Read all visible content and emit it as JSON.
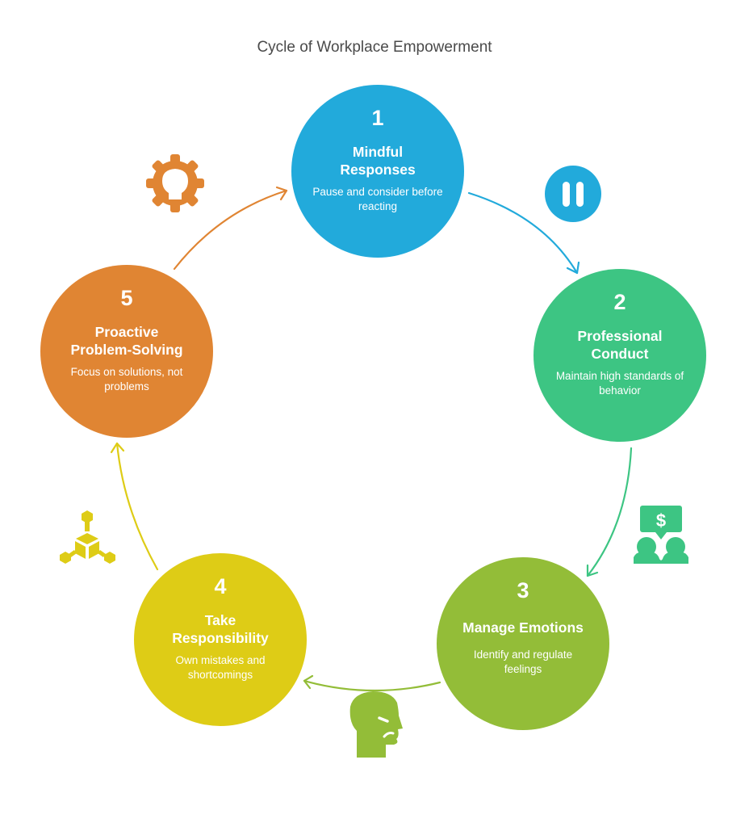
{
  "title": "Cycle of Workplace Empowerment",
  "steps": [
    {
      "number": "1",
      "heading": "Mindful Responses",
      "description": "Pause and consider before reacting",
      "color": "#22aadb",
      "icon": "pause-icon"
    },
    {
      "number": "2",
      "heading": "Professional Conduct",
      "description": "Maintain high standards of behavior",
      "color": "#3dc583",
      "icon": "money-talk-people-icon"
    },
    {
      "number": "3",
      "heading": "Manage Emotions",
      "description": "Identify and regulate feelings",
      "color": "#93bd38",
      "icon": "frustrated-head-icon"
    },
    {
      "number": "4",
      "heading": "Take Responsibility",
      "description": "Own mistakes and shortcomings",
      "color": "#decc16",
      "icon": "cube-network-icon"
    },
    {
      "number": "5",
      "heading": "Proactive Problem-Solving",
      "description": "Focus on solutions, not problems",
      "color": "#e08533",
      "icon": "gear-lightbulb-icon"
    }
  ]
}
